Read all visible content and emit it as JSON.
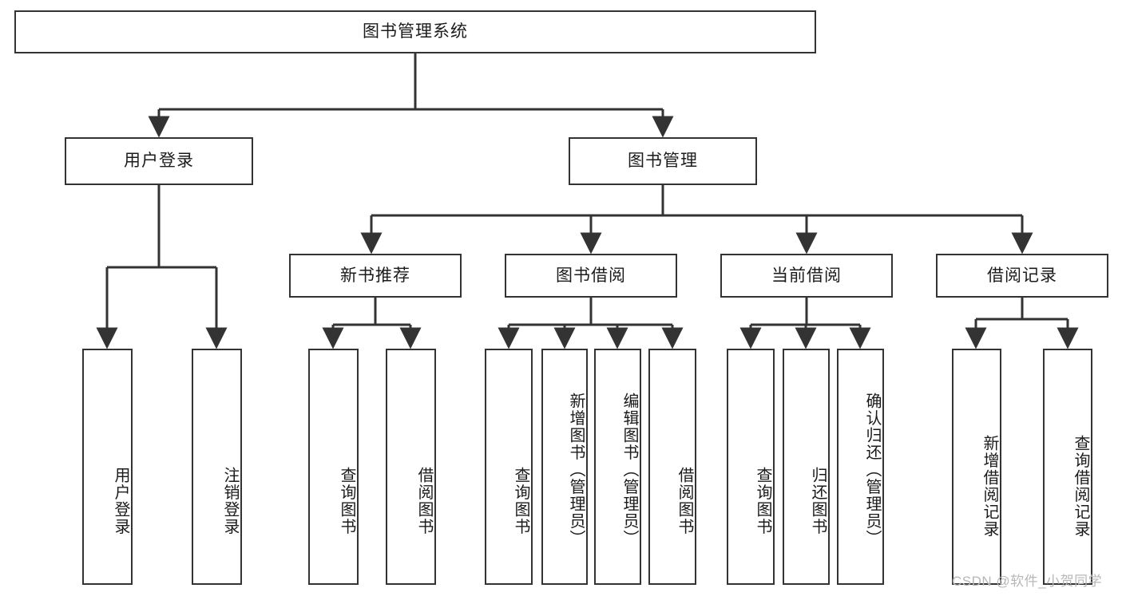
{
  "diagram": {
    "title": "图书管理系统",
    "type": "hierarchy-tree",
    "root": {
      "id": "root",
      "label": "图书管理系统"
    },
    "level2": [
      {
        "id": "user-login",
        "label": "用户登录"
      },
      {
        "id": "book-manage",
        "label": "图书管理"
      }
    ],
    "level3": [
      {
        "id": "new-book-rec",
        "label": "新书推荐",
        "parent": "book-manage"
      },
      {
        "id": "book-borrow",
        "label": "图书借阅",
        "parent": "book-manage"
      },
      {
        "id": "current-borrow",
        "label": "当前借阅",
        "parent": "book-manage"
      },
      {
        "id": "borrow-record",
        "label": "借阅记录",
        "parent": "book-manage"
      }
    ],
    "leaves": {
      "user_login": [
        {
          "id": "leaf-user-login",
          "label": "用户登录"
        },
        {
          "id": "leaf-logout",
          "label": "注销登录"
        }
      ],
      "new_book_rec": [
        {
          "id": "leaf-query-book-1",
          "label": "查询图书"
        },
        {
          "id": "leaf-borrow-book-1",
          "label": "借阅图书"
        }
      ],
      "book_borrow": [
        {
          "id": "leaf-query-book-2",
          "label": "查询图书"
        },
        {
          "id": "leaf-add-book",
          "label": "新增图书（管理员）"
        },
        {
          "id": "leaf-edit-book",
          "label": "编辑图书（管理员）"
        },
        {
          "id": "leaf-borrow-book-2",
          "label": "借阅图书"
        }
      ],
      "current_borrow": [
        {
          "id": "leaf-query-book-3",
          "label": "查询图书"
        },
        {
          "id": "leaf-return-book",
          "label": "归还图书"
        },
        {
          "id": "leaf-confirm-return",
          "label": "确认归还（管理员）"
        }
      ],
      "borrow_record": [
        {
          "id": "leaf-add-record",
          "label": "新增借阅记录"
        },
        {
          "id": "leaf-query-record",
          "label": "查询借阅记录"
        }
      ]
    }
  },
  "watermark": {
    "text": "CSDN @软件_小贺同学"
  },
  "colors": {
    "stroke": "#333333",
    "text": "#1b1b1b",
    "background": "#ffffff",
    "watermark": "#b7b7b7"
  }
}
